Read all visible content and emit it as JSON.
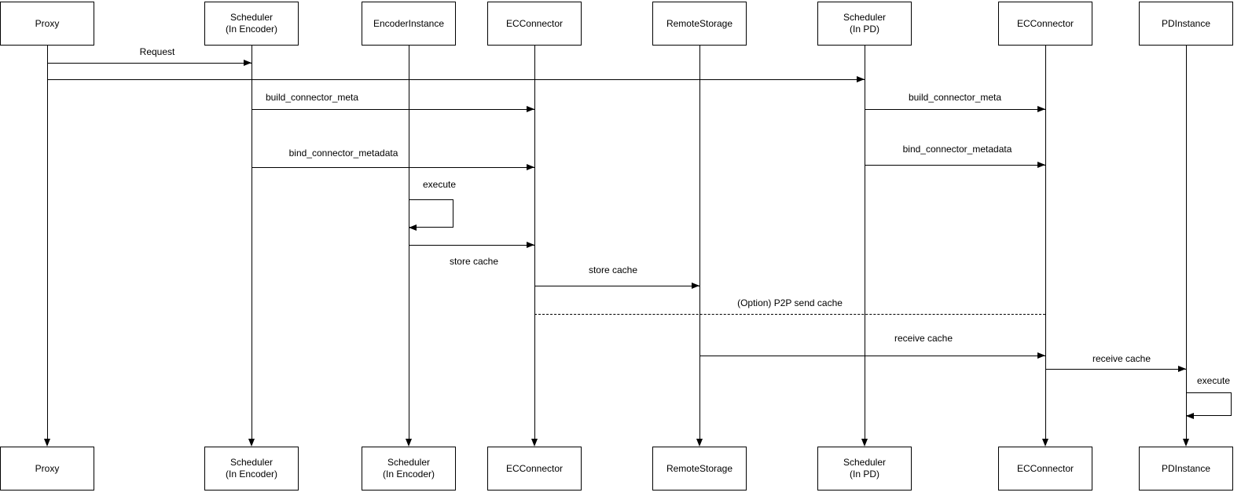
{
  "diagram_type": "uml-sequence-diagram",
  "colors": {
    "background": "#ffffff",
    "line": "#000000",
    "text": "#000000",
    "box_fill": "#ffffff"
  },
  "actors_top": [
    {
      "label": "Proxy"
    },
    {
      "label": "Scheduler\n(In Encoder)"
    },
    {
      "label": "EncoderInstance"
    },
    {
      "label": "ECConnector"
    },
    {
      "label": "RemoteStorage"
    },
    {
      "label": "Scheduler\n(In PD)"
    },
    {
      "label": "ECConnector"
    },
    {
      "label": "PDInstance"
    }
  ],
  "actors_bottom": [
    {
      "label": "Proxy"
    },
    {
      "label": "Scheduler\n(In Encoder)"
    },
    {
      "label": "Scheduler\n(In Encoder)"
    },
    {
      "label": "ECConnector"
    },
    {
      "label": "RemoteStorage"
    },
    {
      "label": "Scheduler\n(In PD)"
    },
    {
      "label": "ECConnector"
    },
    {
      "label": "PDInstance"
    }
  ],
  "messages": [
    {
      "label": "Request",
      "from": "Proxy",
      "to": "Scheduler (In Encoder)",
      "type": "solid-arrow"
    },
    {
      "label": "",
      "from": "Proxy",
      "to": "Scheduler (In PD)",
      "type": "solid-arrow"
    },
    {
      "label": "build_connector_meta",
      "from": "Scheduler (In Encoder)",
      "to": "ECConnector (encoder side)",
      "type": "solid-arrow"
    },
    {
      "label": "build_connector_meta",
      "from": "Scheduler (In PD)",
      "to": "ECConnector (PD side)",
      "type": "solid-arrow"
    },
    {
      "label": "bind_connector_metadata",
      "from": "Scheduler (In Encoder)",
      "to": "ECConnector (encoder side)",
      "type": "solid-arrow"
    },
    {
      "label": "bind_connector_metadata",
      "from": "Scheduler (In PD)",
      "to": "ECConnector (PD side)",
      "type": "solid-arrow"
    },
    {
      "label": "execute",
      "from": "EncoderInstance",
      "to": "EncoderInstance",
      "type": "self-loop"
    },
    {
      "label": "store cache",
      "from": "EncoderInstance",
      "to": "ECConnector (encoder side)",
      "type": "solid-arrow"
    },
    {
      "label": "store cache",
      "from": "ECConnector (encoder side)",
      "to": "RemoteStorage",
      "type": "solid-arrow"
    },
    {
      "label": "(Option) P2P send cache",
      "from": "ECConnector (encoder side)",
      "to": "ECConnector (PD side)",
      "type": "dashed-line"
    },
    {
      "label": "receive cache",
      "from": "RemoteStorage",
      "to": "ECConnector (PD side)",
      "type": "solid-arrow"
    },
    {
      "label": "receive cache",
      "from": "ECConnector (PD side)",
      "to": "PDInstance",
      "type": "solid-arrow"
    },
    {
      "label": "execute",
      "from": "PDInstance",
      "to": "PDInstance",
      "type": "self-loop"
    }
  ]
}
